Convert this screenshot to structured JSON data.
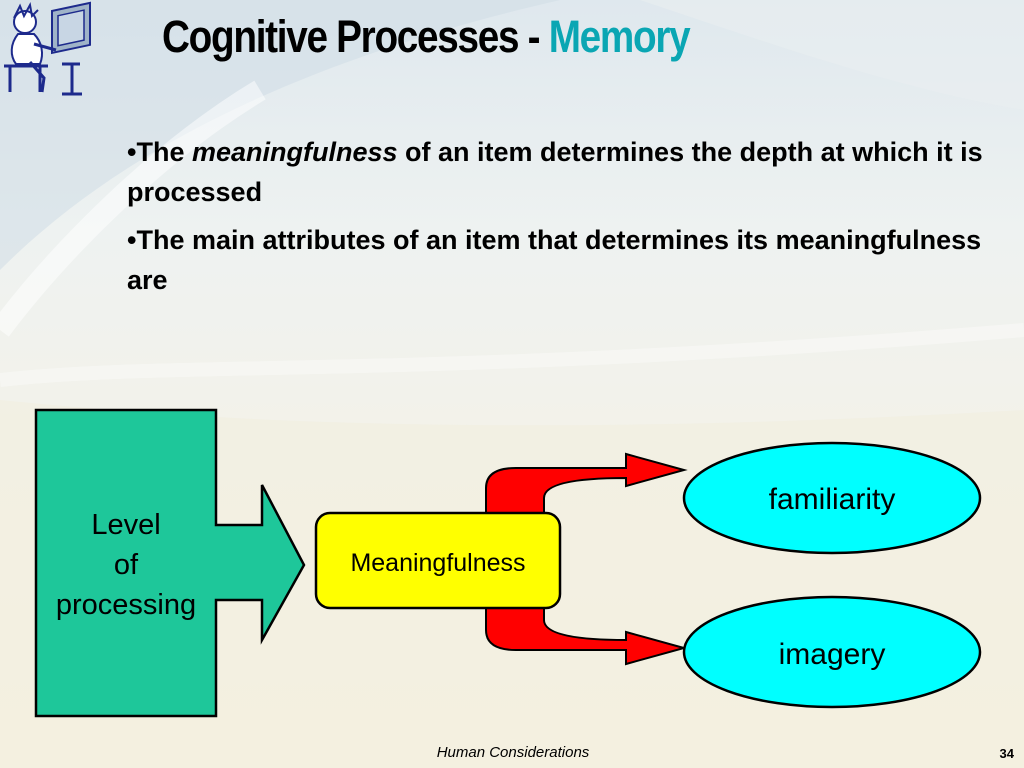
{
  "slide": {
    "title_main": "Cognitive Processes - ",
    "title_accent": "Memory",
    "bullets": [
      {
        "marker": "•",
        "text_before": "The ",
        "emphasis": "meaningfulness",
        "text_after": " of an item determines the depth at which it is processed"
      },
      {
        "marker": "•",
        "text": "The main attributes of an item that determines its meaningfulness are"
      }
    ],
    "footer": "Human Considerations",
    "page_number": "34"
  },
  "diagram": {
    "level_of_processing": {
      "line1": "Level",
      "line2": "of",
      "line3": "processing"
    },
    "meaningfulness": "Meaningfulness",
    "attributes": [
      "familiarity",
      "imagery"
    ]
  },
  "colors": {
    "title_accent": "#0aa6b3",
    "level_box": "#1ec79a",
    "meaningfulness_box": "#ffff00",
    "attribute_ellipse": "#00ffff",
    "curved_arrows": "#ff0000"
  }
}
